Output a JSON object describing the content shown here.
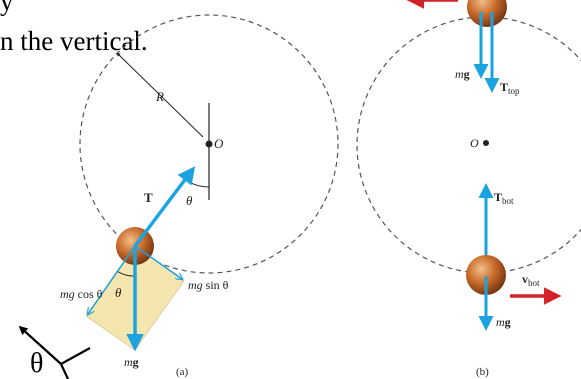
{
  "text_snippets": {
    "line1": "y",
    "line2": "n the vertical."
  },
  "panel_a": {
    "radius_label": "R",
    "center_label": "O",
    "angle_label_top": "θ",
    "tension_label": "T",
    "angle_label_ball": "θ",
    "cos_component": {
      "prefix": "mg",
      "suffix": "cos θ"
    },
    "sin_component": {
      "prefix": "mg",
      "suffix": "sin θ"
    },
    "weight_label": {
      "prefix": "m",
      "bold": "g"
    },
    "caption": "(a)"
  },
  "panel_b": {
    "weight_top": {
      "prefix": "m",
      "bold": "g"
    },
    "tension_top": {
      "main": "T",
      "sub": "top"
    },
    "center_label": "O",
    "tension_bottom": {
      "main": "T",
      "sub": "bot"
    },
    "velocity_bottom": {
      "main": "v",
      "sub": "bot"
    },
    "weight_bottom": {
      "prefix": "m",
      "bold": "g"
    },
    "caption": "(b)"
  },
  "overlay_angle_label": "θ",
  "colors": {
    "vector_blue": "#1aa3e0",
    "velocity_red": "#d2232a",
    "ball_orange": "#c8692a",
    "component_fill": "#f5e6b0",
    "circle_gray": "#555555"
  }
}
